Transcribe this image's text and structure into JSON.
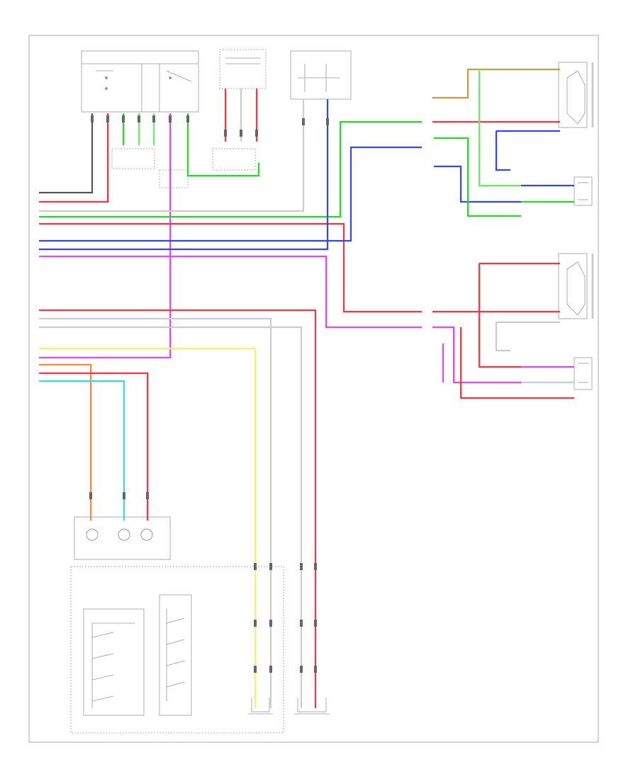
{
  "diagram": {
    "footer_id": "",
    "colors": {
      "black": "#555555",
      "red": "#ff3344",
      "green": "#22dd22",
      "blue": "#3344ff",
      "violet": "#ee44ee",
      "white": "#cccccc",
      "yellow": "#ffee66",
      "orange": "#ff8833",
      "cyan": "#33dddd",
      "tan": "#cc9944",
      "lightgreen": "#66ee66"
    },
    "components": [
      {
        "id": "head-unit"
      },
      {
        "id": "amp"
      },
      {
        "id": "antenna"
      },
      {
        "id": "rf-speaker"
      },
      {
        "id": "rf-tweeter"
      },
      {
        "id": "lf-speaker"
      },
      {
        "id": "lf-tweeter"
      },
      {
        "id": "remote-switch"
      },
      {
        "id": "clock-spring"
      },
      {
        "id": "lh-steering-switch"
      },
      {
        "id": "rh-steering-switch"
      },
      {
        "id": "lr-speaker"
      },
      {
        "id": "rr-speaker"
      }
    ]
  }
}
